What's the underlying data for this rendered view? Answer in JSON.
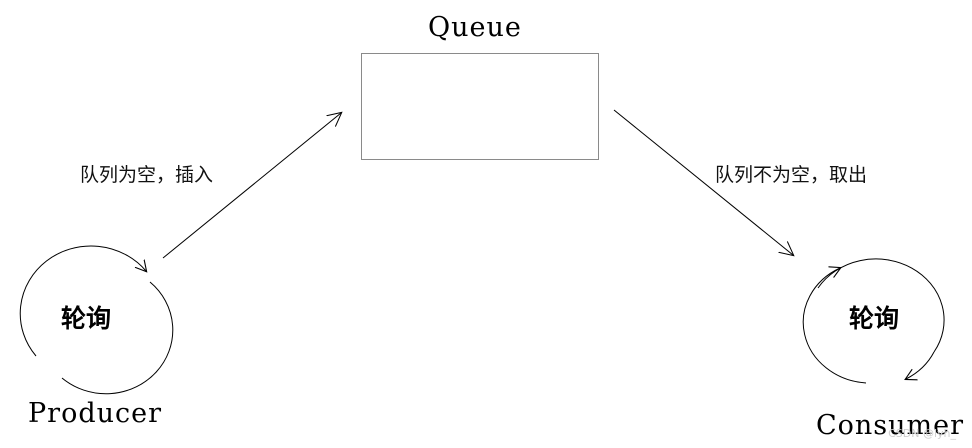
{
  "diagram": {
    "queue": {
      "label": "Queue"
    },
    "producer": {
      "label": "Producer",
      "loop_label": "轮询"
    },
    "consumer": {
      "label": "Consumer",
      "loop_label": "轮询"
    },
    "edges": {
      "insert": "队列为空，插入",
      "take": "队列不为空，取出"
    },
    "watermark": "CSDN @lyh_"
  }
}
